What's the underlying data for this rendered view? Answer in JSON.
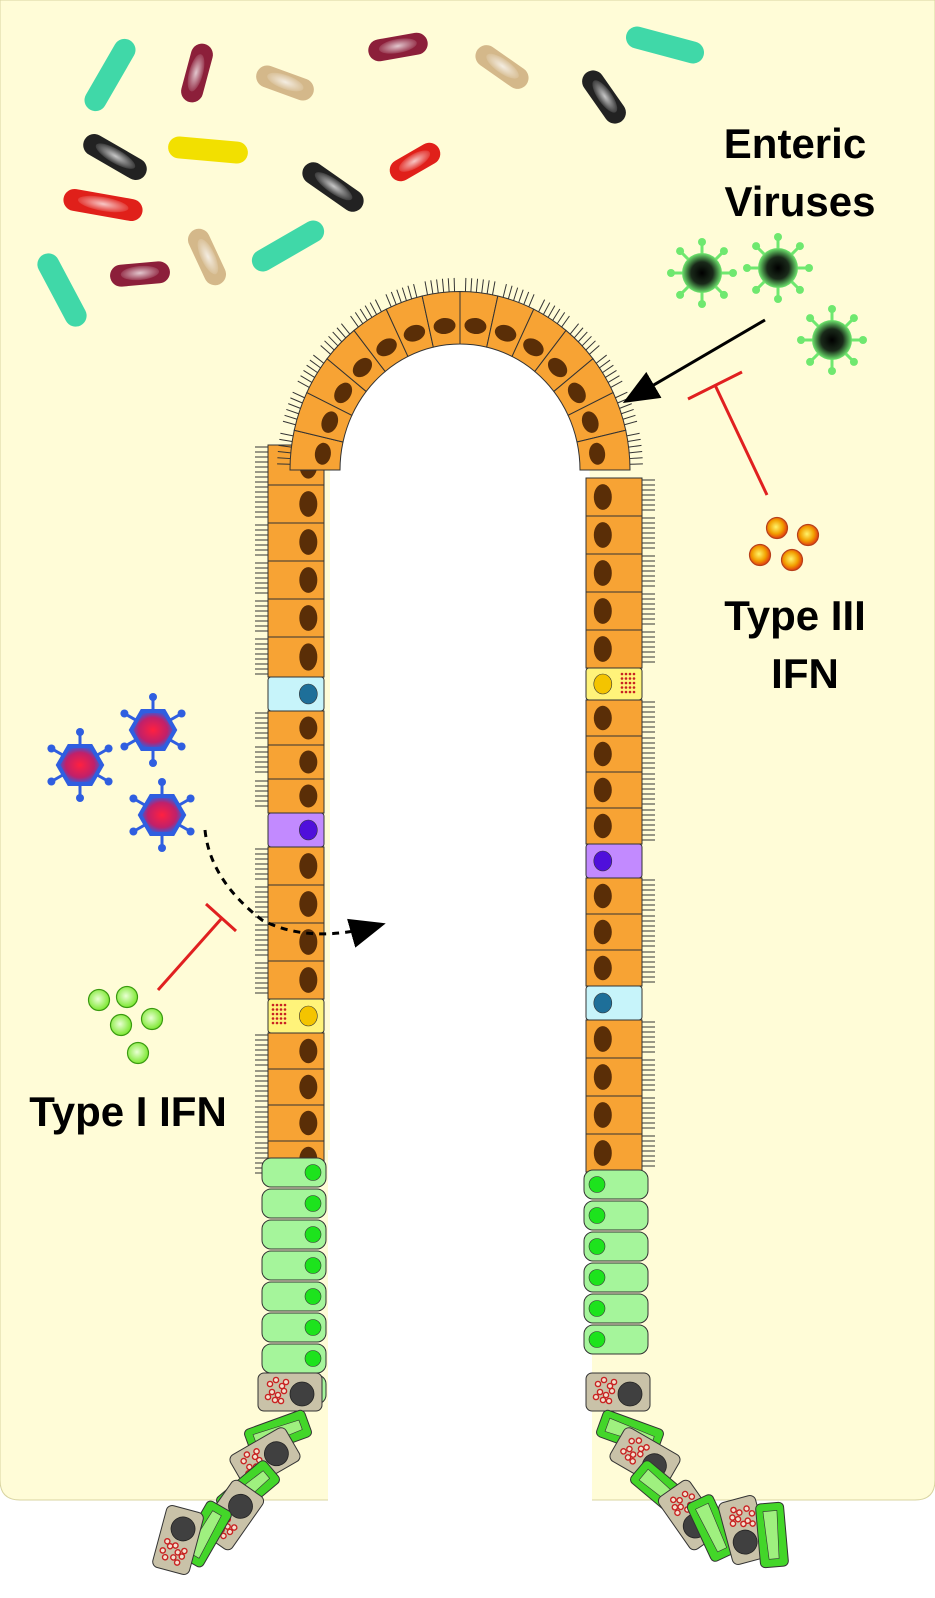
{
  "labels": {
    "enteric_line1": "Enteric",
    "enteric_line2": "Viruses",
    "type3_line1": "Type III",
    "type3_line2": "IFN",
    "type1": "Type I IFN"
  },
  "colors": {
    "lumen_background": "#fffcd7",
    "enterocyte": "#f7a334",
    "enterocyte_nucleus": "#5a2e07",
    "stem_cell": "#a5f59b",
    "stem_nucleus": "#1de31d",
    "paneth_granule": "#c82222",
    "paneth_cell": "#c9c2a8",
    "paneth_nucleus": "#404040",
    "bright_green_cell": "#43d629",
    "tuft_cell": "#c7f4fa",
    "tuft_nucleus": "#1e6f99",
    "purple_cell": "#c28aff",
    "purple_nucleus": "#4f0fdb",
    "goblet_cell": "#fff37a",
    "enteric_virus": "#6fe86f",
    "blood_virus": "#2f5ee0",
    "type3_ifn": "#f2a000",
    "type1_ifn": "#7ce830",
    "inhibition": "#e02020",
    "arrow": "#000000"
  },
  "icons": [
    "enteric-virus-icon",
    "blood-virus-icon",
    "type-iii-ifn-icon",
    "type-i-ifn-icon",
    "bacterium-icon"
  ]
}
